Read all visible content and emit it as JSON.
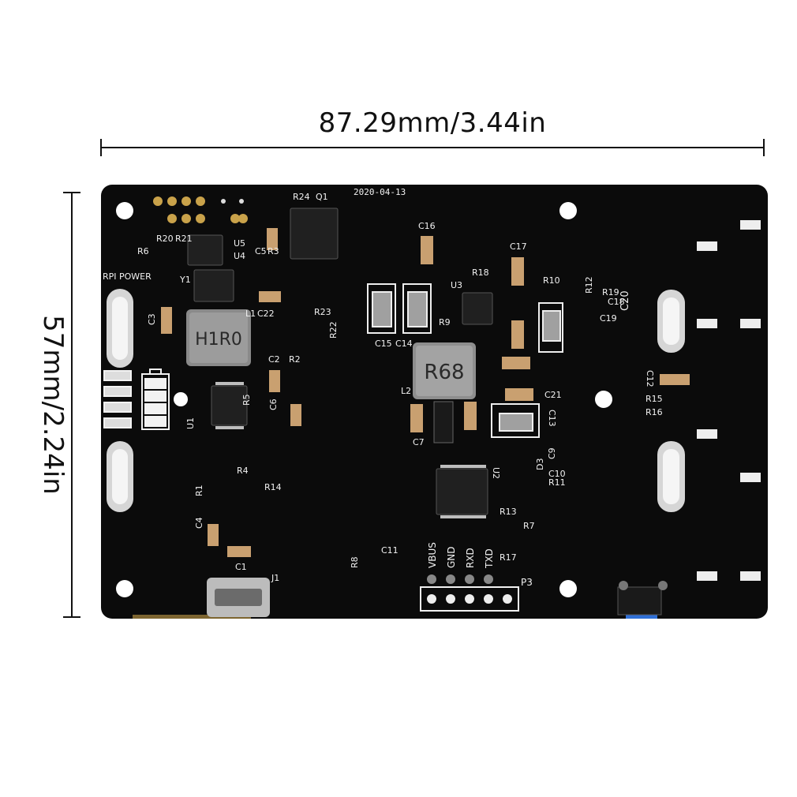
{
  "dimensions": {
    "width_label": "87.29mm/3.44in",
    "height_label": "57mm/2.24in"
  },
  "board": {
    "date": "2020-04-13",
    "rpi_power_label": "RPI POWER",
    "inductor_l2_marking": "R68",
    "inductor_l1_marking": "H1R0",
    "header_p3": {
      "label": "P3",
      "pins": [
        "VBUS",
        "GND",
        "RXD",
        "TXD"
      ]
    },
    "designators": [
      "R24",
      "Q1",
      "C16",
      "C17",
      "R18",
      "U3",
      "R10",
      "R12",
      "R19",
      "C18",
      "C20",
      "C19",
      "R9",
      "C15",
      "C14",
      "L2",
      "C21",
      "C13",
      "C12",
      "R15",
      "R16",
      "C7",
      "D3",
      "C9",
      "C10",
      "R11",
      "U2",
      "R13",
      "R7",
      "R17",
      "C11",
      "R8",
      "J1",
      "C1",
      "C4",
      "R1",
      "R14",
      "R4",
      "U1",
      "R5",
      "C6",
      "C2",
      "R2",
      "C3",
      "R6",
      "Y1",
      "R20",
      "R21",
      "U5",
      "U4",
      "C5",
      "R3",
      "L1",
      "C22",
      "R23",
      "R22"
    ],
    "colors": {
      "pcb": "#0b0b0b",
      "silkscreen": "#f2f2f2",
      "gold": "#c9a24a",
      "button": "#2f6fd6"
    }
  }
}
